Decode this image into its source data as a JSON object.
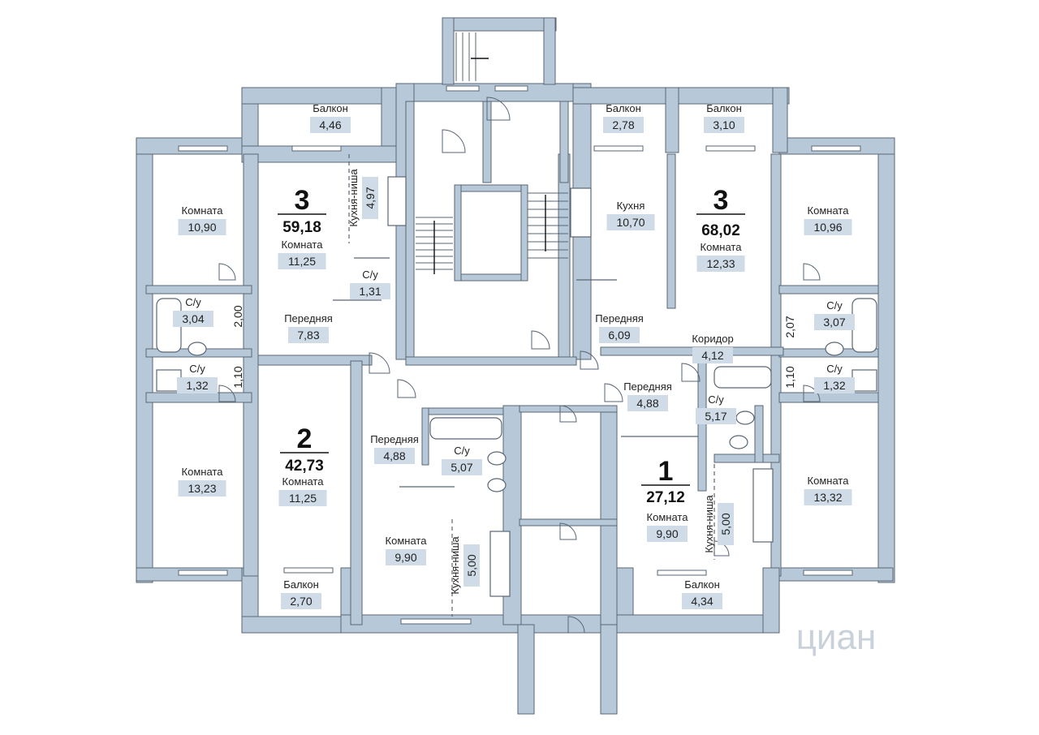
{
  "colors": {
    "wall": "#b7c9d8",
    "wallStroke": "#5a6673",
    "tag": "#cfdce7",
    "line": "#5a6673"
  },
  "apartments": [
    {
      "id": "apt-3-left",
      "rooms": "3",
      "area": "59,18"
    },
    {
      "id": "apt-3-right",
      "rooms": "3",
      "area": "68,02"
    },
    {
      "id": "apt-2",
      "rooms": "2",
      "area": "42,73"
    },
    {
      "id": "apt-1",
      "rooms": "1",
      "area": "27,12"
    }
  ],
  "rooms": [
    {
      "label": "Балкон",
      "value": "4,46"
    },
    {
      "label": "Балкон",
      "value": "2,78"
    },
    {
      "label": "Балкон",
      "value": "3,10"
    },
    {
      "label": "Комната",
      "value": "10,90"
    },
    {
      "label": "Комната",
      "value": "11,25"
    },
    {
      "label": "Кухня-ниша",
      "value": "4,97"
    },
    {
      "label": "С/у",
      "value": "1,31"
    },
    {
      "label": "С/у",
      "value": "3,04"
    },
    {
      "label": "Передняя",
      "value": "7,83"
    },
    {
      "label": "С/у",
      "value": "1,32"
    },
    {
      "label": "Кухня",
      "value": "10,70"
    },
    {
      "label": "Комната",
      "value": "12,33"
    },
    {
      "label": "Комната",
      "value": "10,96"
    },
    {
      "label": "Передняя",
      "value": "6,09"
    },
    {
      "label": "Коридор",
      "value": "4,12"
    },
    {
      "label": "С/у",
      "value": "3,07"
    },
    {
      "label": "С/у",
      "value": "1,32"
    },
    {
      "label": "Комната",
      "value": "13,23"
    },
    {
      "label": "Передняя",
      "value": "4,88"
    },
    {
      "label": "С/у",
      "value": "5,07"
    },
    {
      "label": "Комната",
      "value": "11,25"
    },
    {
      "label": "Комната",
      "value": "9,90"
    },
    {
      "label": "Кухня-ниша",
      "value": "5,00"
    },
    {
      "label": "Балкон",
      "value": "2,70"
    },
    {
      "label": "Передняя",
      "value": "4,88"
    },
    {
      "label": "С/у",
      "value": "5,17"
    },
    {
      "label": "Комната",
      "value": "9,90"
    },
    {
      "label": "Кухня-ниша",
      "value": "5,00"
    },
    {
      "label": "Комната",
      "value": "13,32"
    },
    {
      "label": "Балкон",
      "value": "4,34"
    }
  ],
  "dims": [
    "2,00",
    "1,10",
    "2,07",
    "1,10"
  ],
  "watermark": "циан"
}
